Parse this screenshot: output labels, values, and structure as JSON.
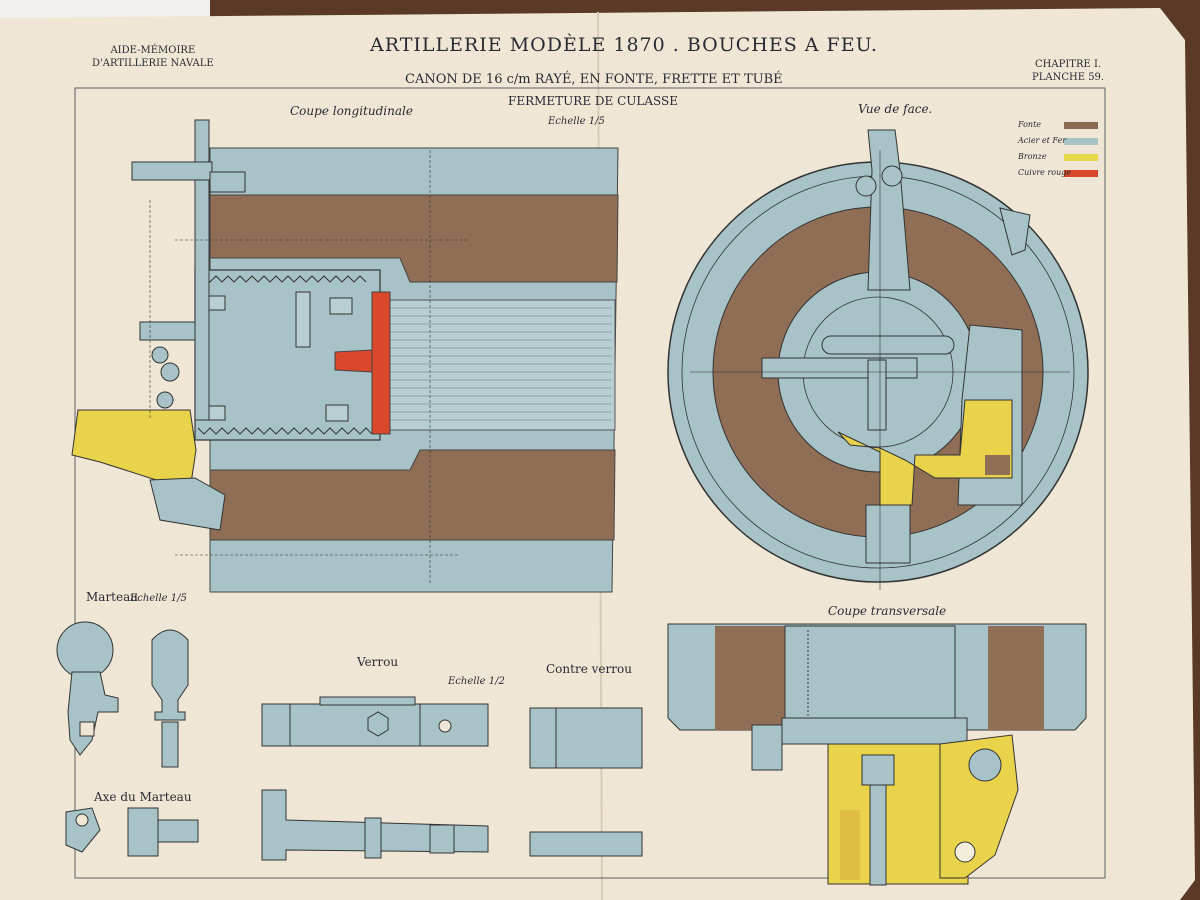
{
  "header": {
    "main_title": "ARTILLERIE MODÈLE 1870 . BOUCHES A FEU.",
    "left_line1": "AIDE-MÉMOIRE",
    "left_line2": "D'ARTILLERIE NAVALE",
    "right_line1": "CHAPITRE I.",
    "right_line2": "PLANCHE 59.",
    "subtitle1": "CANON DE 16 c/m RAYÉ, EN FONTE, FRETTE ET TUBÉ",
    "subtitle2": "FERMETURE DE CULASSE"
  },
  "views": {
    "longitudinal": "Coupe longitudinale",
    "scale": "Echelle 1/5",
    "front": "Vue de face.",
    "transverse": "Coupe transversale",
    "marteau": "Marteau",
    "marteau_scale": "Echelle 1/5",
    "axe_marteau": "Axe du Marteau",
    "verrou": "Verrou",
    "verrou_scale": "Echelle 1/2",
    "contre_verrou": "Contre verrou"
  },
  "legend": [
    {
      "label": "Fonte",
      "color": "#8a6a52"
    },
    {
      "label": "Acier et Fer",
      "color": "#a8c4c8"
    },
    {
      "label": "Bronze",
      "color": "#e6d84a"
    },
    {
      "label": "Cuivre rouge",
      "color": "#d9482a"
    }
  ]
}
